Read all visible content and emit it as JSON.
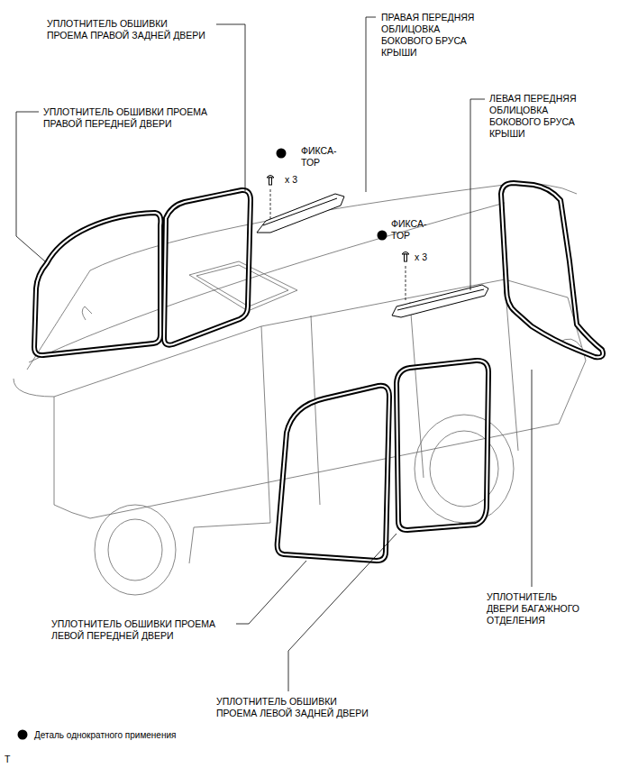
{
  "diagram": {
    "labels": [
      "УПЛОТНИТЕЛЬ ОБШИВКИ ПРОЕМА ПРАВОЙ ЗАДНЕЙ ДВЕРИ",
      "ПРАВАЯ ПЕРЕДНЯЯ ОБЛИЦОВКА БОКОВОГО БРУСА КРЫШИ",
      "УПЛОТНИТЕЛЬ ОБШИВКИ ПРОЕМА ПРАВОЙ ПЕРЕДНЕЙ ДВЕРИ",
      "ЛЕВАЯ ПЕРЕДНЯЯ ОБЛИЦОВКА БОКОВОГО БРУСА КРЫШИ",
      "ФИКСА- ТОР",
      "x 3",
      "ФИКСА- ТОР",
      "x 3",
      "УПЛОТНИТЕЛЬ ДВЕРИ БАГАЖНОГО ОТДЕЛЕНИЯ",
      "УПЛОТНИТЕЛЬ ОБШИВКИ ПРОЕМА ЛЕВОЙ ПЕРЕДНЕЙ ДВЕРИ",
      "УПЛОТНИТЕЛЬ ОБШИВКИ ПРОЕМА ЛЕВОЙ ЗАДНЕЙ ДВЕРИ",
      "T"
    ],
    "legend": [
      {
        "text": "Деталь однократного применения"
      }
    ]
  }
}
